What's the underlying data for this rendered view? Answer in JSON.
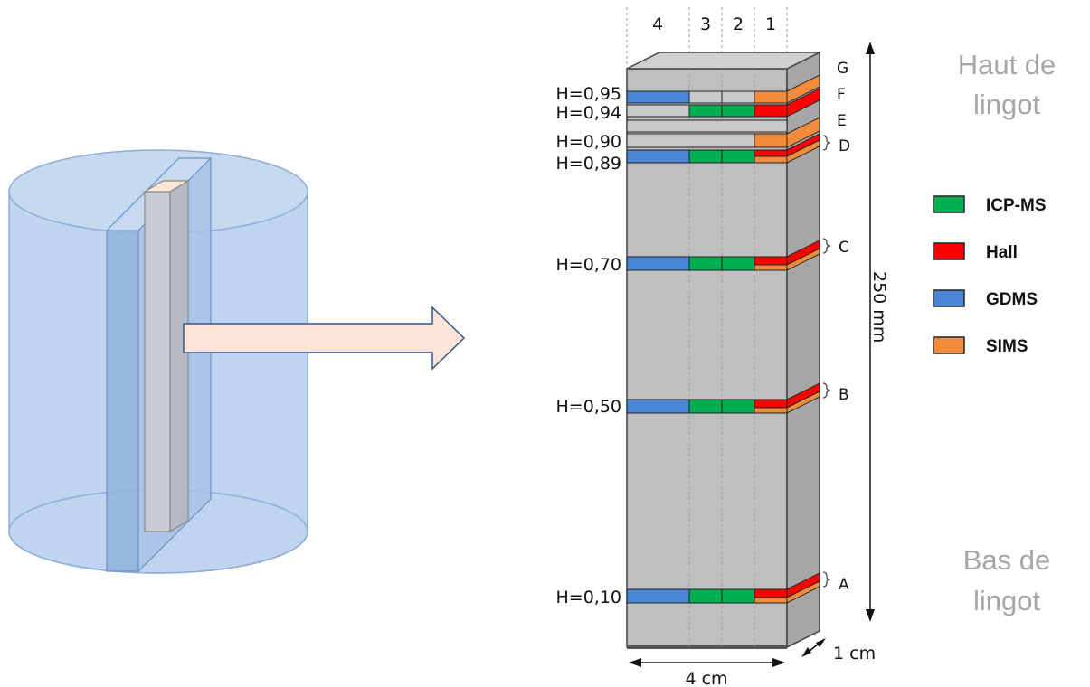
{
  "colors": {
    "icp_ms": "#00b050",
    "hall": "#ff0000",
    "gdms": "#4a86d8",
    "sims": "#f08c3c",
    "ingot": "#bfbfbf",
    "cylinder": "#a9c6e8",
    "arrow_fill": "#fce4d6",
    "arrow_stroke": "#2f5597",
    "side_text": "#a6a6a6"
  },
  "columns": [
    "4",
    "3",
    "2",
    "1"
  ],
  "heights": [
    "H=0,95",
    "H=0,94",
    "H=0,90",
    "H=0,89",
    "H=0,70",
    "H=0,50",
    "H=0,10"
  ],
  "letters": [
    "G",
    "F",
    "E",
    "D",
    "C",
    "B",
    "A"
  ],
  "dimensions": {
    "height": "250 mm",
    "width": "4 cm",
    "depth": "1 cm"
  },
  "side_labels": {
    "top": [
      "Haut de",
      "lingot"
    ],
    "bottom": [
      "Bas de",
      "lingot"
    ]
  },
  "legend": [
    {
      "label": "ICP-MS",
      "color_key": "icp_ms"
    },
    {
      "label": "Hall",
      "color_key": "hall"
    },
    {
      "label": "GDMS",
      "color_key": "gdms"
    },
    {
      "label": "SIMS",
      "color_key": "sims"
    }
  ]
}
